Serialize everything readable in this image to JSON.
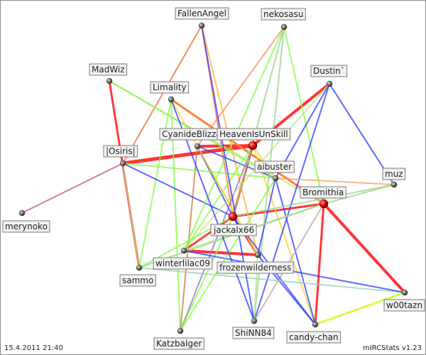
{
  "footer": {
    "date": "15.4.2011 21:40",
    "credit": "mIRCStats v1.23"
  },
  "nodes": [
    {
      "id": "FallenAngel",
      "label": "FallenAngel",
      "hub": false
    },
    {
      "id": "nekosasu",
      "label": "nekosasu",
      "hub": false
    },
    {
      "id": "MadWiz",
      "label": "MadWiz",
      "hub": false
    },
    {
      "id": "Dustin",
      "label": "Dustin`",
      "hub": false
    },
    {
      "id": "Limality",
      "label": "Limality",
      "hub": false
    },
    {
      "id": "CyanideBlizzard",
      "label": "CyanideBlizzard",
      "hub": false
    },
    {
      "id": "HeavenIsUnSkill",
      "label": "HeavenIsUnSkill",
      "hub": true
    },
    {
      "id": "Osiris",
      "label": "|Osiris|",
      "hub": false
    },
    {
      "id": "aibuster",
      "label": "aibuster",
      "hub": false
    },
    {
      "id": "muz",
      "label": "muz",
      "hub": false
    },
    {
      "id": "Bromithia",
      "label": "Bromithia",
      "hub": true
    },
    {
      "id": "merynoko",
      "label": "merynoko",
      "hub": false
    },
    {
      "id": "jackalx66",
      "label": "jackalx66",
      "hub": true
    },
    {
      "id": "winterlilac09",
      "label": "winterlilac09",
      "hub": false
    },
    {
      "id": "frozenwilderness",
      "label": "frozenwilderness",
      "hub": false
    },
    {
      "id": "sammo",
      "label": "sammo",
      "hub": false
    },
    {
      "id": "w00tazn",
      "label": "w00tazn",
      "hub": false
    },
    {
      "id": "ShiNN84",
      "label": "ShiNN84",
      "hub": false
    },
    {
      "id": "candy-chan",
      "label": "candy-chan",
      "hub": false
    },
    {
      "id": "Katzbalger",
      "label": "Katzbalger",
      "hub": false
    }
  ],
  "edges": [
    {
      "from": "CyanideBlizzard",
      "to": "HeavenIsUnSkill",
      "color": "#ff2a2a",
      "weight": 4
    },
    {
      "from": "Osiris",
      "to": "HeavenIsUnSkill",
      "color": "#ff2a2a",
      "weight": 5
    },
    {
      "from": "HeavenIsUnSkill",
      "to": "Dustin",
      "color": "#ff2a2a",
      "weight": 4
    },
    {
      "from": "HeavenIsUnSkill",
      "to": "jackalx66",
      "color": "#ff2a2a",
      "weight": 3
    },
    {
      "from": "Bromithia",
      "to": "w00tazn",
      "color": "#ff2a2a",
      "weight": 4
    },
    {
      "from": "Bromithia",
      "to": "candy-chan",
      "color": "#ff2a2a",
      "weight": 3
    },
    {
      "from": "Bromithia",
      "to": "jackalx66",
      "color": "#ff2a2a",
      "weight": 3
    },
    {
      "from": "MadWiz",
      "to": "sammo",
      "color": "#ff3030",
      "weight": 3
    },
    {
      "from": "winterlilac09",
      "to": "frozenwilderness",
      "color": "#ff2a2a",
      "weight": 4
    },
    {
      "from": "winterlilac09",
      "to": "jackalx66",
      "color": "#ff3a3a",
      "weight": 3
    },
    {
      "from": "jackalx66",
      "to": "frozenwilderness",
      "color": "#ff4040",
      "weight": 3
    },
    {
      "from": "FallenAngel",
      "to": "Osiris",
      "color": "#e86a2a",
      "weight": 2
    },
    {
      "from": "FallenAngel",
      "to": "jackalx66",
      "color": "#ff6a3a",
      "weight": 2
    },
    {
      "from": "FallenAngel",
      "to": "frozenwilderness",
      "color": "#ffb030",
      "weight": 2
    },
    {
      "from": "Limality",
      "to": "Bromithia",
      "color": "#ff7a2a",
      "weight": 3
    },
    {
      "from": "Limality",
      "to": "frozenwilderness",
      "color": "#ffd02a",
      "weight": 2
    },
    {
      "from": "Limality",
      "to": "Katzbalger",
      "color": "#7aff3a",
      "weight": 2
    },
    {
      "from": "Limality",
      "to": "sammo",
      "color": "#7aff3a",
      "weight": 2
    },
    {
      "from": "CyanideBlizzard",
      "to": "jackalx66",
      "color": "#2a3aff",
      "weight": 2
    },
    {
      "from": "CyanideBlizzard",
      "to": "Katzbalger",
      "color": "#c77a3a",
      "weight": 2
    },
    {
      "from": "CyanideBlizzard",
      "to": "frozenwilderness",
      "color": "#ffd02a",
      "weight": 2
    },
    {
      "from": "CyanideBlizzard",
      "to": "aibuster",
      "color": "#2a3aff",
      "weight": 2
    },
    {
      "from": "HeavenIsUnSkill",
      "to": "winterlilac09",
      "color": "#7aff3a",
      "weight": 2
    },
    {
      "from": "HeavenIsUnSkill",
      "to": "aibuster",
      "color": "#ffd02a",
      "weight": 2
    },
    {
      "from": "HeavenIsUnSkill",
      "to": "candy-chan",
      "color": "#ffd02a",
      "weight": 2
    },
    {
      "from": "HeavenIsUnSkill",
      "to": "Katzbalger",
      "color": "#9a6ad0",
      "weight": 2
    },
    {
      "from": "Osiris",
      "to": "aibuster",
      "color": "#7aff3a",
      "weight": 2
    },
    {
      "from": "Osiris",
      "to": "sammo",
      "color": "#bfe08a",
      "weight": 2
    },
    {
      "from": "Osiris",
      "to": "merynoko",
      "color": "#c0508a",
      "weight": 2
    },
    {
      "from": "Osiris",
      "to": "jackalx66",
      "color": "#2a3aff",
      "weight": 2
    },
    {
      "from": "MadWiz",
      "to": "Bromithia",
      "color": "#bfe08a",
      "weight": 2
    },
    {
      "from": "MadWiz",
      "to": "aibuster",
      "color": "#7aff3a",
      "weight": 2
    },
    {
      "from": "nekosasu",
      "to": "jackalx66",
      "color": "#9ad08a",
      "weight": 2
    },
    {
      "from": "nekosasu",
      "to": "ShiNN84",
      "color": "#9ad08a",
      "weight": 2
    },
    {
      "from": "nekosasu",
      "to": "Bromithia",
      "color": "#7aff3a",
      "weight": 2
    },
    {
      "from": "nekosasu",
      "to": "CyanideBlizzard",
      "color": "#ff8a5a",
      "weight": 2
    },
    {
      "from": "nekosasu",
      "to": "winterlilac09",
      "color": "#7aff3a",
      "weight": 2
    },
    {
      "from": "Dustin",
      "to": "muz",
      "color": "#2a3aff",
      "weight": 2
    },
    {
      "from": "Dustin",
      "to": "aibuster",
      "color": "#2a3aff",
      "weight": 2
    },
    {
      "from": "Dustin",
      "to": "winterlilac09",
      "color": "#bfe08a",
      "weight": 2
    },
    {
      "from": "Dustin",
      "to": "ShiNN84",
      "color": "#2a3aff",
      "weight": 2
    },
    {
      "from": "aibuster",
      "to": "candy-chan",
      "color": "#2a3aff",
      "weight": 2
    },
    {
      "from": "aibuster",
      "to": "muz",
      "color": "#ff9a5a",
      "weight": 2
    },
    {
      "from": "aibuster",
      "to": "frozenwilderness",
      "color": "#2a3aff",
      "weight": 2
    },
    {
      "from": "Bromithia",
      "to": "winterlilac09",
      "color": "#bfe08a",
      "weight": 2
    },
    {
      "from": "Bromithia",
      "to": "muz",
      "color": "#9ad08a",
      "weight": 2
    },
    {
      "from": "Bromithia",
      "to": "sammo",
      "color": "#9ad08a",
      "weight": 2
    },
    {
      "from": "Bromithia",
      "to": "ShiNN84",
      "color": "#c0a0a0",
      "weight": 2
    },
    {
      "from": "muz",
      "to": "jackalx66",
      "color": "#9ad08a",
      "weight": 2
    },
    {
      "from": "jackalx66",
      "to": "candy-chan",
      "color": "#2a3aff",
      "weight": 2
    },
    {
      "from": "jackalx66",
      "to": "Katzbalger",
      "color": "#7aff3a",
      "weight": 2
    },
    {
      "from": "jackalx66",
      "to": "sammo",
      "color": "#7aff3a",
      "weight": 2
    },
    {
      "from": "frozenwilderness",
      "to": "ShiNN84",
      "color": "#bfe08a",
      "weight": 2
    },
    {
      "from": "frozenwilderness",
      "to": "candy-chan",
      "color": "#2a3aff",
      "weight": 2
    },
    {
      "from": "candy-chan",
      "to": "w00tazn",
      "color": "#d0ff3a",
      "weight": 3
    },
    {
      "from": "sammo",
      "to": "w00tazn",
      "color": "#9ad0b0",
      "weight": 2
    },
    {
      "from": "winterlilac09",
      "to": "w00tazn",
      "color": "#2a3aff",
      "weight": 2
    },
    {
      "from": "Katzbalger",
      "to": "aibuster",
      "color": "#7aff3a",
      "weight": 2
    },
    {
      "from": "Limality",
      "to": "ShiNN84",
      "color": "#2a3aff",
      "weight": 2
    },
    {
      "from": "FallenAngel",
      "to": "ShiNN84",
      "color": "#2a3aff",
      "weight": 2
    }
  ]
}
